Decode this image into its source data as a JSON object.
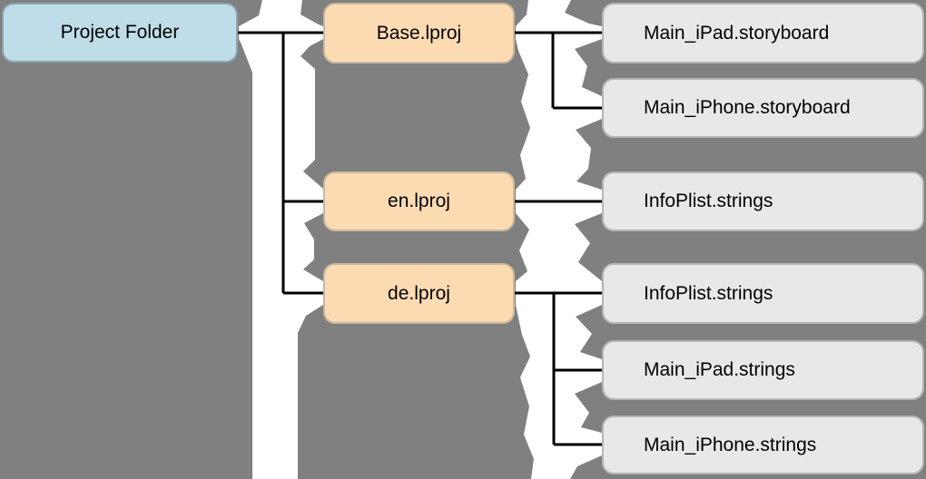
{
  "colors": {
    "background": "#808080",
    "band": "#ffffff",
    "connector": "#000000",
    "root_fill": "#bedde8",
    "root_border": "#8ba4ac",
    "lproj_fill": "#fcdbb3",
    "lproj_border": "#c9b89f",
    "file_fill": "#e7e8e8",
    "file_border": "#b2b6b6",
    "text": "#000000"
  },
  "tree": {
    "root": {
      "label": "Project Folder"
    },
    "lproj_folders": [
      {
        "label": "Base.lproj",
        "files": [
          "Main_iPad.storyboard",
          "Main_iPhone.storyboard"
        ]
      },
      {
        "label": "en.lproj",
        "files": [
          "InfoPlist.strings"
        ]
      },
      {
        "label": "de.lproj",
        "files": [
          "InfoPlist.strings",
          "Main_iPad.strings",
          "Main_iPhone.strings"
        ]
      }
    ]
  }
}
